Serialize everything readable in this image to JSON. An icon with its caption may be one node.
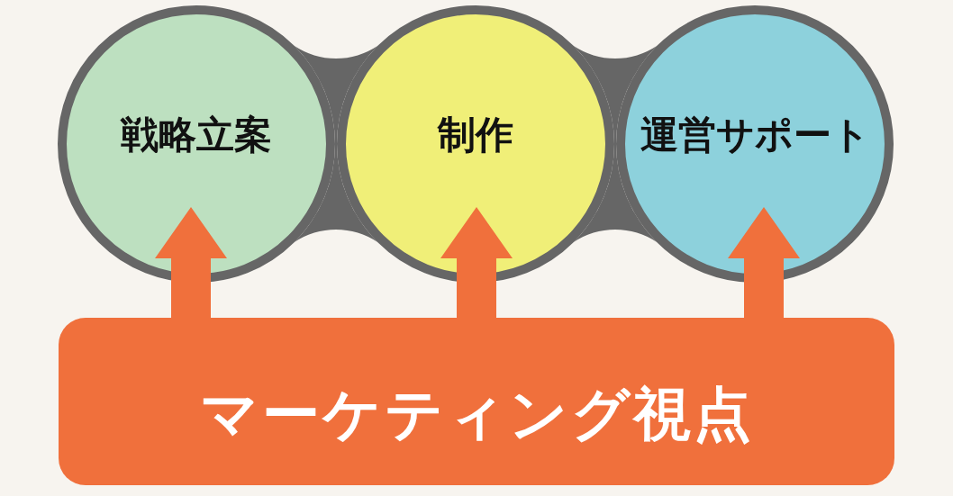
{
  "diagram": {
    "nodes": [
      {
        "text": [
          "戦略立案"
        ]
      },
      {
        "text": [
          "制作"
        ]
      },
      {
        "text": [
          "運営サポート"
        ]
      },
      {
        "text": [
          "マーケティング視点"
        ]
      }
    ],
    "edges": [
      {
        "from": 0,
        "to": 1,
        "arrow": "none",
        "style": "thick",
        "color": "#666666"
      },
      {
        "from": 1,
        "to": 2,
        "arrow": "none",
        "style": "thick",
        "color": "#666666"
      },
      {
        "from": 3,
        "to": 0,
        "arrow": "to"
      },
      {
        "from": 3,
        "to": 1,
        "arrow": "to"
      },
      {
        "from": 3,
        "to": 2,
        "arrow": "to"
      }
    ]
  }
}
